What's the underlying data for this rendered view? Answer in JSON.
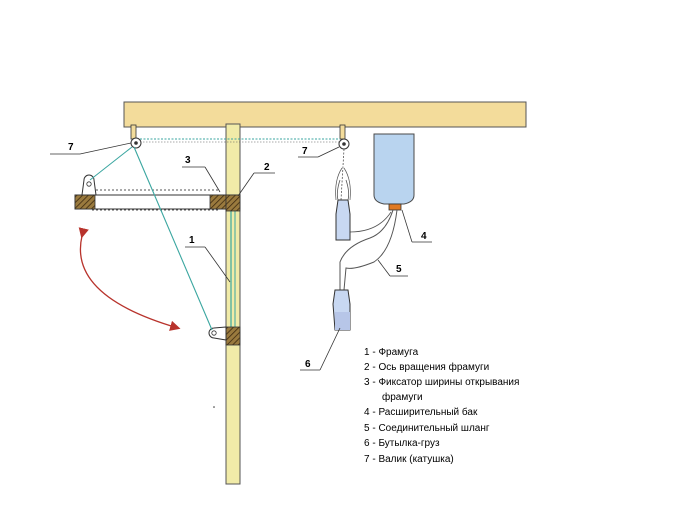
{
  "labels": {
    "frame": "1",
    "axis": "2",
    "fixer": "3",
    "tank": "4",
    "hose": "5",
    "bottle": "6",
    "roller_left": "7",
    "roller_right": "7"
  },
  "legend": [
    "1 - Фрамуга",
    "2 - Ось вращения фрамуги",
    "3 - Фиксатор ширины открывания",
    "фрамуги",
    "4 - Расширительный бак",
    "5 - Соединительный шланг",
    "6 - Бутылка-груз",
    "7 - Валик (катушка)"
  ],
  "colors": {
    "wood": "#f3dc9b",
    "post": "#f1eba8",
    "frame_line": "#3aa6a0",
    "tank": "#b9d4ef",
    "bottle": "#c8d8f2",
    "arrow": "#b8332c",
    "hatch": "#7a5a2a",
    "stroke": "#333333"
  }
}
